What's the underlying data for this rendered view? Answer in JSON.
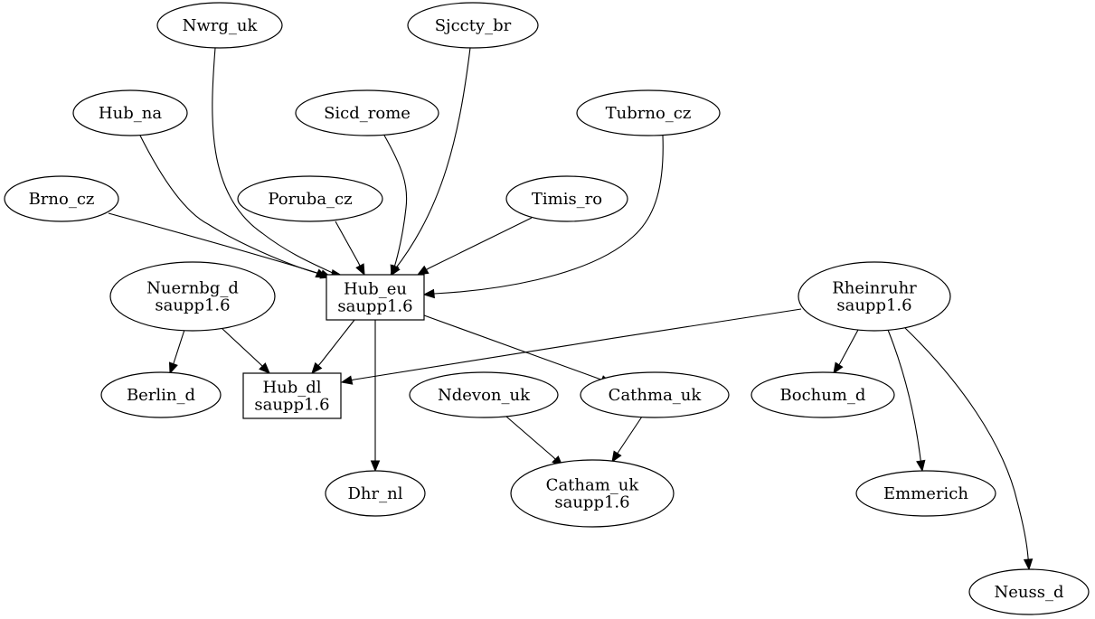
{
  "graph": {
    "colors": {
      "stroke": "#000000",
      "fill": "#ffffff",
      "text": "#000000"
    },
    "nodes": [
      {
        "id": "nwrg_uk",
        "shape": "ellipse",
        "label": [
          "Nwrg_uk"
        ]
      },
      {
        "id": "sjccty_br",
        "shape": "ellipse",
        "label": [
          "Sjccty_br"
        ]
      },
      {
        "id": "hub_na",
        "shape": "ellipse",
        "label": [
          "Hub_na"
        ]
      },
      {
        "id": "sicd_rome",
        "shape": "ellipse",
        "label": [
          "Sicd_rome"
        ]
      },
      {
        "id": "tubrno_cz",
        "shape": "ellipse",
        "label": [
          "Tubrno_cz"
        ]
      },
      {
        "id": "brno_cz",
        "shape": "ellipse",
        "label": [
          "Brno_cz"
        ]
      },
      {
        "id": "poruba_cz",
        "shape": "ellipse",
        "label": [
          "Poruba_cz"
        ]
      },
      {
        "id": "timis_ro",
        "shape": "ellipse",
        "label": [
          "Timis_ro"
        ]
      },
      {
        "id": "hub_eu",
        "shape": "box",
        "label": [
          "Hub_eu",
          "saupp1.6"
        ]
      },
      {
        "id": "nuernbg_d",
        "shape": "ellipse",
        "label": [
          "Nuernbg_d",
          "saupp1.6"
        ]
      },
      {
        "id": "rheinruhr",
        "shape": "ellipse",
        "label": [
          "Rheinruhr",
          "saupp1.6"
        ]
      },
      {
        "id": "berlin_d",
        "shape": "ellipse",
        "label": [
          "Berlin_d"
        ]
      },
      {
        "id": "hub_dl",
        "shape": "box",
        "label": [
          "Hub_dl",
          "saupp1.6"
        ]
      },
      {
        "id": "ndevon_uk",
        "shape": "ellipse",
        "label": [
          "Ndevon_uk"
        ]
      },
      {
        "id": "cathma_uk",
        "shape": "ellipse",
        "label": [
          "Cathma_uk"
        ]
      },
      {
        "id": "bochum_d",
        "shape": "ellipse",
        "label": [
          "Bochum_d"
        ]
      },
      {
        "id": "dhr_nl",
        "shape": "ellipse",
        "label": [
          "Dhr_nl"
        ]
      },
      {
        "id": "catham_uk",
        "shape": "ellipse",
        "label": [
          "Catham_uk",
          "saupp1.6"
        ]
      },
      {
        "id": "emmerich",
        "shape": "ellipse",
        "label": [
          "Emmerich"
        ]
      },
      {
        "id": "neuss_d",
        "shape": "ellipse",
        "label": [
          "Neuss_d"
        ]
      }
    ],
    "edges": [
      {
        "from": "nwrg_uk",
        "to": "hub_eu"
      },
      {
        "from": "sjccty_br",
        "to": "hub_eu"
      },
      {
        "from": "hub_na",
        "to": "hub_eu"
      },
      {
        "from": "sicd_rome",
        "to": "hub_eu"
      },
      {
        "from": "tubrno_cz",
        "to": "hub_eu"
      },
      {
        "from": "brno_cz",
        "to": "hub_eu"
      },
      {
        "from": "poruba_cz",
        "to": "hub_eu"
      },
      {
        "from": "timis_ro",
        "to": "hub_eu"
      },
      {
        "from": "hub_eu",
        "to": "hub_dl"
      },
      {
        "from": "hub_eu",
        "to": "dhr_nl"
      },
      {
        "from": "hub_eu",
        "to": "cathma_uk"
      },
      {
        "from": "nuernbg_d",
        "to": "berlin_d"
      },
      {
        "from": "nuernbg_d",
        "to": "hub_dl"
      },
      {
        "from": "rheinruhr",
        "to": "hub_dl"
      },
      {
        "from": "rheinruhr",
        "to": "bochum_d"
      },
      {
        "from": "rheinruhr",
        "to": "emmerich"
      },
      {
        "from": "rheinruhr",
        "to": "neuss_d"
      },
      {
        "from": "ndevon_uk",
        "to": "catham_uk"
      },
      {
        "from": "cathma_uk",
        "to": "catham_uk"
      }
    ]
  }
}
